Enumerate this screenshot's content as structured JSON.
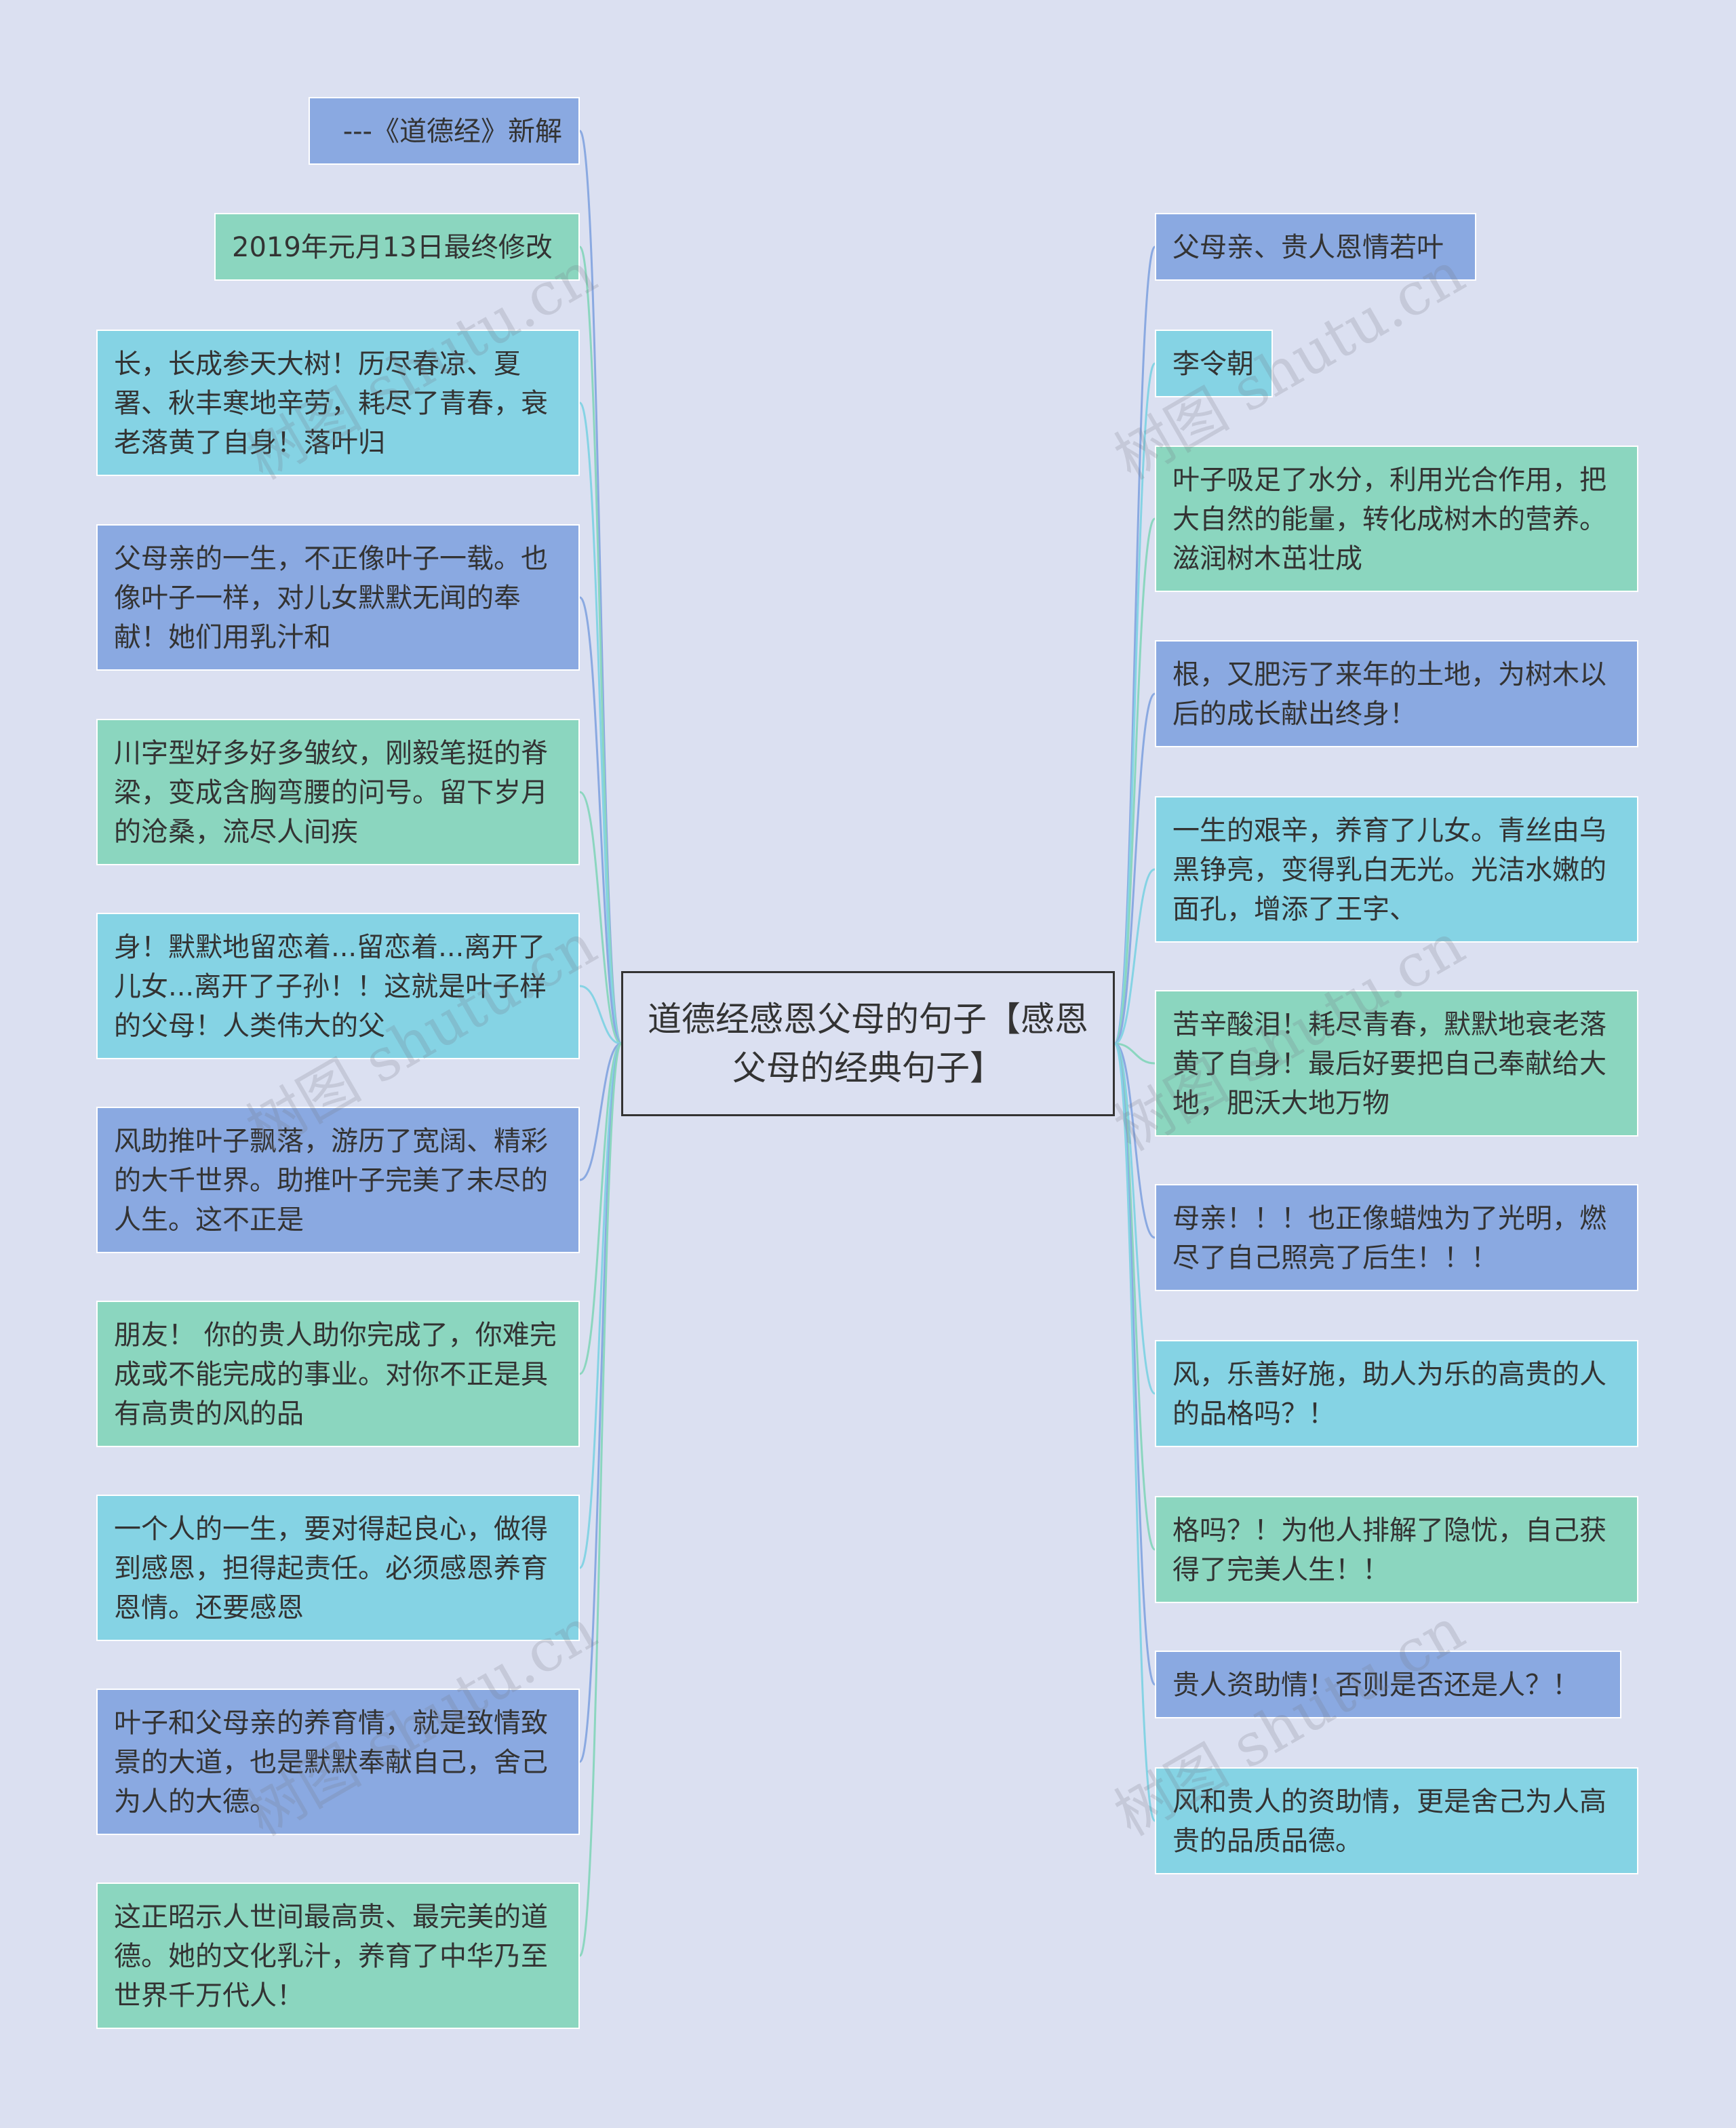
{
  "center": {
    "title": "道德经感恩父母的句子【感恩父母的经典句子】"
  },
  "left_nodes": [
    {
      "text": "---《道德经》新解",
      "color": "blue"
    },
    {
      "text": "2019年元月13日最终修改",
      "color": "green"
    },
    {
      "text": "长，长成参天大树！历尽春凉、夏署、秋丰寒地辛劳，耗尽了青春，衰老落黄了自身！落叶归",
      "color": "cyan"
    },
    {
      "text": "父母亲的一生，不正像叶子一载。也像叶子一样，对儿女默默无闻的奉献！她们用乳汁和",
      "color": "blue"
    },
    {
      "text": "川字型好多好多皱纹，刚毅笔挺的脊梁，变成含胸弯腰的问号。留下岁月的沧桑，流尽人间疾",
      "color": "green"
    },
    {
      "text": "身！默默地留恋着...留恋着...离开了儿女...离开了子孙！！这就是叶子样的父母！人类伟大的父",
      "color": "cyan"
    },
    {
      "text": "风助推叶子飘落，游历了宽阔、精彩的大千世界。助推叶子完美了未尽的人生。这不正是",
      "color": "blue"
    },
    {
      "text": "朋友！ 你的贵人助你完成了，你难完成或不能完成的事业。对你不正是具有高贵的风的品",
      "color": "green"
    },
    {
      "text": "一个人的一生，要对得起良心，做得到感恩，担得起责任。必须感恩养育恩情。还要感恩",
      "color": "cyan"
    },
    {
      "text": "叶子和父母亲的养育情，就是致情致景的大道，也是默默奉献自己，舍己为人的大德。",
      "color": "blue"
    },
    {
      "text": "这正昭示人世间最高贵、最完美的道德。她的文化乳汁，养育了中华乃至世界千万代人！",
      "color": "green"
    }
  ],
  "right_nodes": [
    {
      "text": "父母亲、贵人恩情若叶",
      "color": "blue"
    },
    {
      "text": "李令朝",
      "color": "cyan"
    },
    {
      "text": "叶子吸足了水分，利用光合作用，把大自然的能量，转化成树木的营养。滋润树木茁壮成",
      "color": "green"
    },
    {
      "text": "根，又肥污了来年的土地，为树木以后的成长献出终身！",
      "color": "blue"
    },
    {
      "text": "一生的艰辛，养育了儿女。青丝由乌黑铮亮，变得乳白无光。光洁水嫩的面孔，增添了王字、",
      "color": "cyan"
    },
    {
      "text": "苦辛酸泪！耗尽青春，默默地衰老落黄了自身！最后好要把自己奉献给大地，肥沃大地万物",
      "color": "green"
    },
    {
      "text": "母亲！！！也正像蜡烛为了光明，燃尽了自己照亮了后生！！！",
      "color": "blue"
    },
    {
      "text": "风，乐善好施，助人为乐的高贵的人的品格吗？！",
      "color": "cyan"
    },
    {
      "text": "格吗？！为他人排解了隐忧，自己获得了完美人生！！",
      "color": "green"
    },
    {
      "text": "贵人资助情！否则是否还是人？！",
      "color": "blue"
    },
    {
      "text": "风和贵人的资助情，更是舍己为人高贵的品质品德。",
      "color": "cyan"
    }
  ],
  "watermark": "树图 shutu.cn",
  "colors": {
    "blue": "#8aa9e1",
    "green": "#8bd6bf",
    "cyan": "#85d3e4",
    "background": "#dbe0f1"
  }
}
